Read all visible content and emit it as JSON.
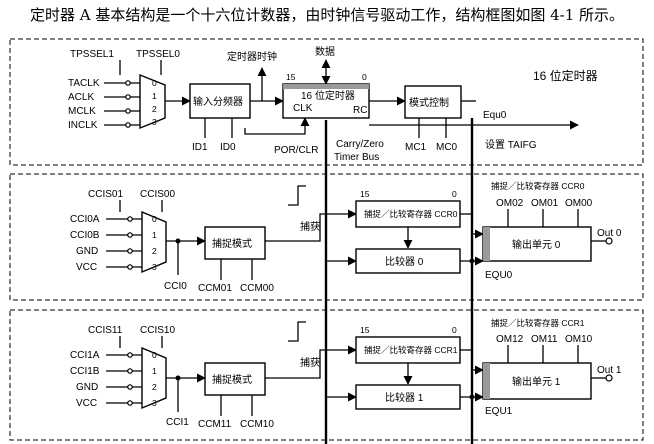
{
  "caption": "定时器 A 基本结构是一个十六位计数器，由时钟信号驱动工作，结构框图如图 4-1 所示。",
  "timer_block": {
    "title": "16 位定时器",
    "sel_labels": [
      "TPSSEL1",
      "TPSSEL0"
    ],
    "clock_inputs": [
      "TACLK",
      "ACLK",
      "MCLK",
      "INCLK"
    ],
    "mux_indices": [
      "0",
      "1",
      "2",
      "3"
    ],
    "divider": "输入分频器",
    "divider_pins": [
      "ID1",
      "ID0"
    ],
    "timer_clock": "定时器时钟",
    "data": "数据",
    "counter_bits": [
      "15",
      "0"
    ],
    "counter": "16 位定时器",
    "clk": "CLK",
    "rc": "RC",
    "por": "POR/CLR",
    "carry": "Carry/Zero",
    "timer_bus": "Timer Bus",
    "mode_ctrl": "模式控制",
    "mode_pins": [
      "MC1",
      "MC0"
    ],
    "equ0": "Equ0",
    "set_flag": "设置 TAIFG"
  },
  "ccr0_block": {
    "sel_labels": [
      "CCIS01",
      "CCIS00"
    ],
    "inputs": [
      "CCI0A",
      "CCI0B",
      "GND",
      "VCC"
    ],
    "capture_mode": "捕捉模式",
    "capture_pins": [
      "CCM01",
      "CCM00"
    ],
    "cci": "CCI0",
    "capture": "捕获",
    "reg_bits": [
      "15",
      "0"
    ],
    "register": "捕捉／比较寄存器 CCR0",
    "comparator": "比较器 0",
    "out_title": "捕捉／比较寄存器 CCR0",
    "om": [
      "OM02",
      "OM01",
      "OM00"
    ],
    "out_unit": "输出单元 0",
    "out_label": "Out 0",
    "equ": "EQU0"
  },
  "ccr1_block": {
    "sel_labels": [
      "CCIS11",
      "CCIS10"
    ],
    "inputs": [
      "CCI1A",
      "CCI1B",
      "GND",
      "VCC"
    ],
    "capture_mode": "捕捉模式",
    "capture_pins": [
      "CCM11",
      "CCM10"
    ],
    "cci": "CCI1",
    "capture": "捕获",
    "reg_bits": [
      "15",
      "0"
    ],
    "register": "捕捉／比较寄存器 CCR1",
    "comparator": "比较器 1",
    "out_title": "捕捉／比较寄存器 CCR1",
    "om": [
      "OM12",
      "OM11",
      "OM10"
    ],
    "out_unit": "输出单元 1",
    "out_label": "Out 1",
    "equ": "EQU1"
  }
}
